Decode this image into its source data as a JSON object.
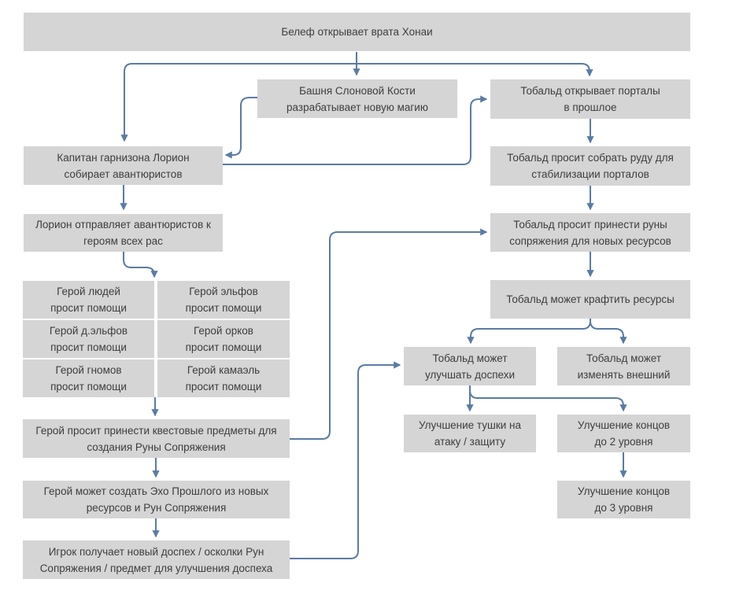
{
  "diagram": {
    "type": "flowchart",
    "language": "ru",
    "colors": {
      "node_fill": "#d5d5d5",
      "node_text": "#3d3d3d",
      "connector": "#5b7ba3",
      "background": "#ffffff"
    },
    "nodes": {
      "belef": "Белеф открывает врата Хонаи",
      "tower": "Башня Слоновой Кости\nразрабатывает новую магию",
      "tobald_portals": "Тобальд открывает порталы\nв прошлое",
      "captain": "Капитан гарнизона Лорион\nсобирает авантюристов",
      "tobald_ore": "Тобальд просит собрать руду для\nстабилизации порталов",
      "lorion": "Лорион отправляет авантюристов к\nгероям всех рас",
      "tobald_runes": "Тобальд просит принести руны\nсопряжения для новых ресурсов",
      "hero_humans": "Герой людей\nпросит помощи",
      "hero_elves": "Герой эльфов\nпросит помощи",
      "hero_darkelves": "Герой д.эльфов\nпросит помощи",
      "hero_orcs": "Герой орков\nпросит помощи",
      "hero_dwarves": "Герой гномов\nпросит помощи",
      "hero_kamael": "Герой камаэль\nпросит помощи",
      "tobald_craft": "Тобальд может крафтить ресурсы",
      "tobald_upgrade": "Тобальд может\nулучшать доспехи",
      "tobald_appearance": "Тобальд может\nизменять внешний",
      "quest_items": "Герой просит принести квестовые предметы для\nсоздания Руны Сопряжения",
      "body_upgrade": "Улучшение тушки на\nатаку / защиту",
      "ends_lvl2": "Улучшение концов\nдо 2 уровня",
      "echo": "Герой может создать Эхо Прошлого из новых\nресурсов и Рун Сопряжения",
      "ends_lvl3": "Улучшение концов\nдо 3 уровня",
      "player_reward": "Игрок получает новый доспех / осколки Рун\nСопряжения / предмет для улучшения доспеха"
    },
    "edges": [
      {
        "from": "belef",
        "to": "tower"
      },
      {
        "from": "belef",
        "to": "captain"
      },
      {
        "from": "belef",
        "to": "tobald_portals"
      },
      {
        "from": "tower",
        "to": "captain"
      },
      {
        "from": "captain",
        "to": "tobald_portals"
      },
      {
        "from": "captain",
        "to": "lorion"
      },
      {
        "from": "lorion",
        "to": "hero_grid"
      },
      {
        "from": "hero_grid",
        "to": "quest_items"
      },
      {
        "from": "quest_items",
        "to": "tobald_runes"
      },
      {
        "from": "quest_items",
        "to": "echo"
      },
      {
        "from": "echo",
        "to": "player_reward"
      },
      {
        "from": "player_reward",
        "to": "tobald_upgrade"
      },
      {
        "from": "tobald_portals",
        "to": "tobald_ore"
      },
      {
        "from": "tobald_ore",
        "to": "tobald_runes"
      },
      {
        "from": "tobald_runes",
        "to": "tobald_craft"
      },
      {
        "from": "tobald_craft",
        "to": "tobald_upgrade"
      },
      {
        "from": "tobald_craft",
        "to": "tobald_appearance"
      },
      {
        "from": "tobald_upgrade",
        "to": "body_upgrade"
      },
      {
        "from": "tobald_upgrade",
        "to": "ends_lvl2"
      },
      {
        "from": "ends_lvl2",
        "to": "ends_lvl3"
      }
    ]
  }
}
